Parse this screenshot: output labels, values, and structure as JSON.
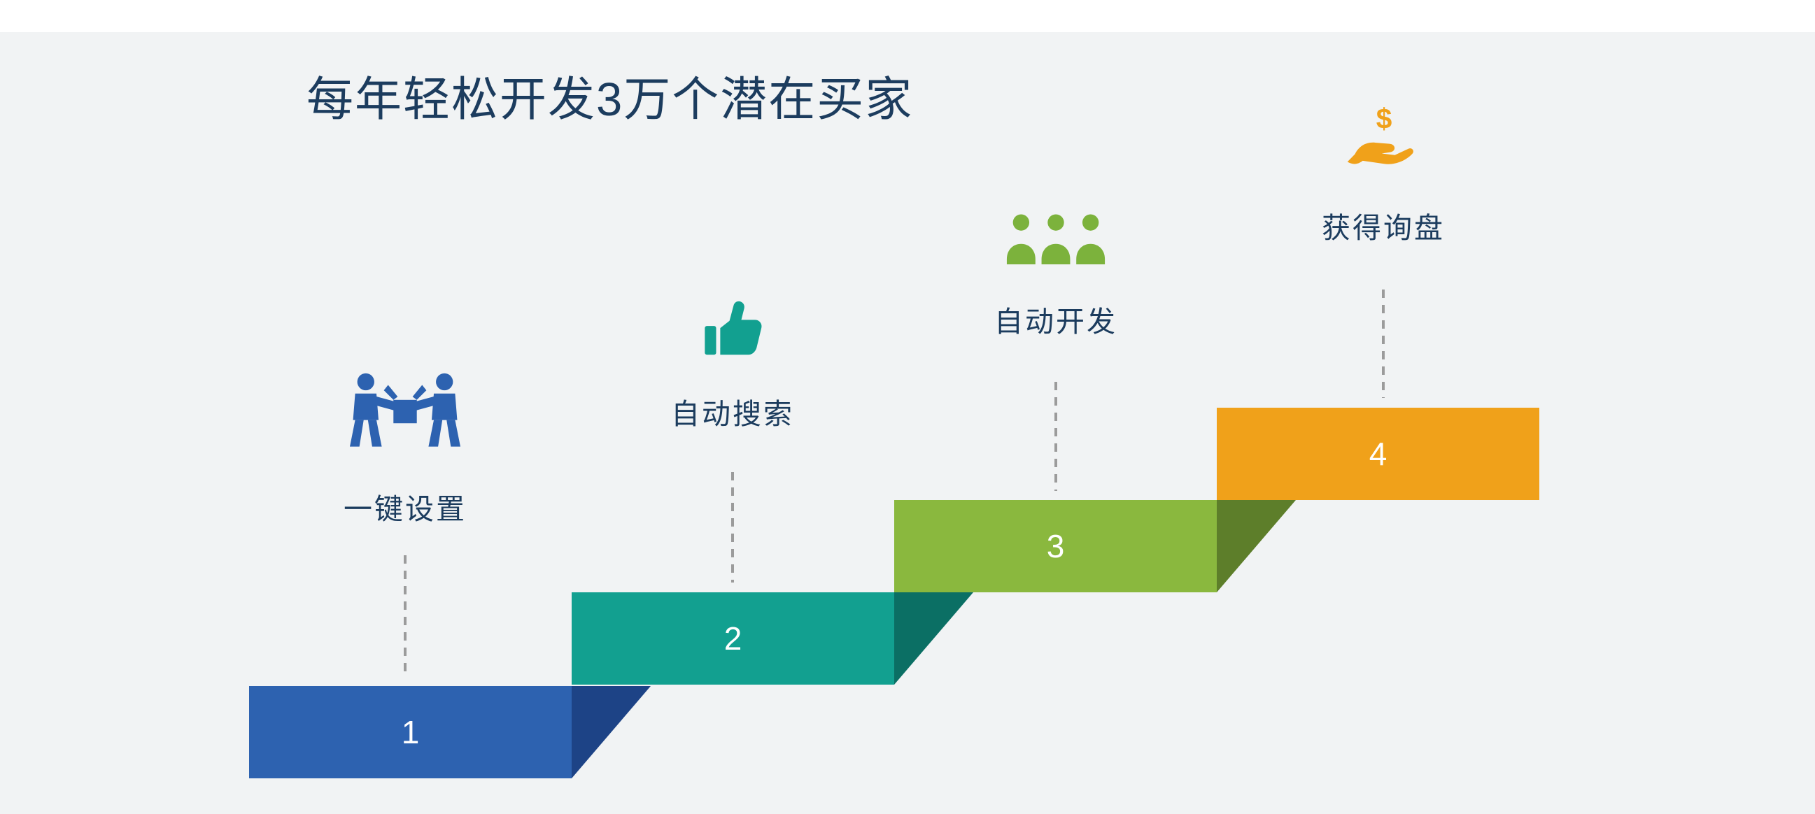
{
  "page": {
    "title": "每年轻松开发3万个潜在买家",
    "colors": {
      "background": "#f1f3f4",
      "top_strip": "#ffffff",
      "title_text": "#1c3c5e",
      "label_text": "#1c3c5e",
      "step_number_text": "#ffffff",
      "dashed_line": "#9b9b9b"
    }
  },
  "steps": [
    {
      "number": "1",
      "label": "一键设置",
      "icon": "people-carrying-box-icon",
      "bar_color": "#2d62b0",
      "fold_color": "#1d4386",
      "icon_color": "#2d62b0"
    },
    {
      "number": "2",
      "label": "自动搜索",
      "icon": "thumbs-up-icon",
      "bar_color": "#12a090",
      "fold_color": "#0b6f64",
      "icon_color": "#12a090"
    },
    {
      "number": "3",
      "label": "自动开发",
      "icon": "team-icon",
      "bar_color": "#8ab83e",
      "fold_color": "#5d7e2a",
      "icon_color": "#7cb23c"
    },
    {
      "number": "4",
      "label": "获得询盘",
      "icon": "hand-receiving-money-icon",
      "bar_color": "#f0a11a",
      "fold_color": null,
      "icon_color": "#f0a11a"
    }
  ]
}
